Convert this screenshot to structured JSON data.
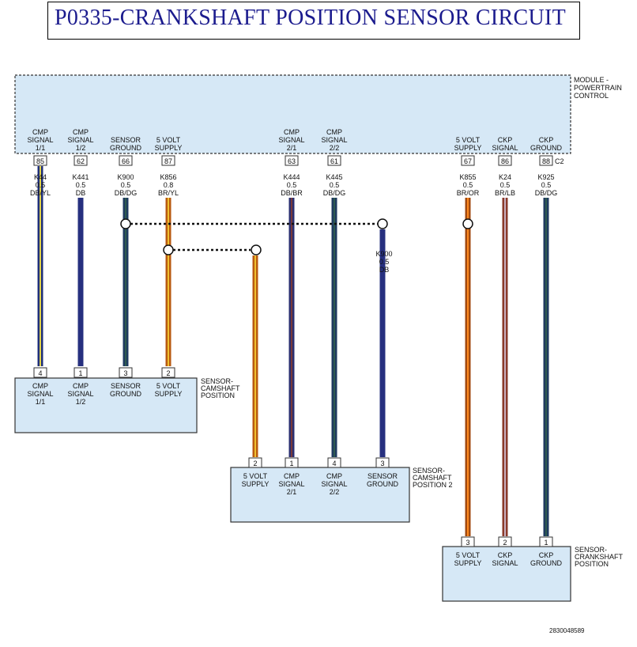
{
  "title": "P0335-CRANKSHAFT POSITION SENSOR CIRCUIT",
  "colors": {
    "box_fill": "#d6e8f6",
    "title_color": "#1c1c8e"
  },
  "module": {
    "label": [
      "MODULE -",
      "POWERTRAIN",
      "CONTROL"
    ],
    "connector": "C2",
    "pins": [
      {
        "label": [
          "CMP",
          "SIGNAL",
          "1/1"
        ],
        "pin": "85",
        "wire": [
          "K44",
          "0.5",
          "DB/YL"
        ]
      },
      {
        "label": [
          "CMP",
          "SIGNAL",
          "1/2"
        ],
        "pin": "62",
        "wire": [
          "K441",
          "0.5",
          "DB"
        ]
      },
      {
        "label": [
          "SENSOR",
          "GROUND"
        ],
        "pin": "66",
        "wire": [
          "K900",
          "0.5",
          "DB/DG"
        ]
      },
      {
        "label": [
          "5 VOLT",
          "SUPPLY"
        ],
        "pin": "87",
        "wire": [
          "K856",
          "0.8",
          "BR/YL"
        ]
      },
      {
        "label": [
          "CMP",
          "SIGNAL",
          "2/1"
        ],
        "pin": "63",
        "wire": [
          "K444",
          "0.5",
          "DB/BR"
        ]
      },
      {
        "label": [
          "CMP",
          "SIGNAL",
          "2/2"
        ],
        "pin": "61",
        "wire": [
          "K445",
          "0.5",
          "DB/DG"
        ]
      },
      {
        "label": [
          "5 VOLT",
          "SUPPLY"
        ],
        "pin": "67",
        "wire": [
          "K855",
          "0.5",
          "BR/OR"
        ]
      },
      {
        "label": [
          "CKP",
          "SIGNAL"
        ],
        "pin": "86",
        "wire": [
          "K24",
          "0.5",
          "BR/LB"
        ]
      },
      {
        "label": [
          "CKP",
          "GROUND"
        ],
        "pin": "88",
        "wire": [
          "K925",
          "0.5",
          "DB/DG"
        ]
      }
    ]
  },
  "splice_wire": [
    "K900",
    "0.5",
    "DB"
  ],
  "sensors": [
    {
      "name": [
        "SENSOR-",
        "CAMSHAFT",
        "POSITION"
      ],
      "pins": [
        {
          "pin": "4",
          "label": [
            "CMP",
            "SIGNAL",
            "1/1"
          ]
        },
        {
          "pin": "1",
          "label": [
            "CMP",
            "SIGNAL",
            "1/2"
          ]
        },
        {
          "pin": "3",
          "label": [
            "SENSOR",
            "GROUND"
          ]
        },
        {
          "pin": "2",
          "label": [
            "5 VOLT",
            "SUPPLY"
          ]
        }
      ]
    },
    {
      "name": [
        "SENSOR-",
        "CAMSHAFT",
        "POSITION 2"
      ],
      "pins": [
        {
          "pin": "2",
          "label": [
            "5 VOLT",
            "SUPPLY"
          ]
        },
        {
          "pin": "1",
          "label": [
            "CMP",
            "SIGNAL",
            "2/1"
          ]
        },
        {
          "pin": "4",
          "label": [
            "CMP",
            "SIGNAL",
            "2/2"
          ]
        },
        {
          "pin": "3",
          "label": [
            "SENSOR",
            "GROUND"
          ]
        }
      ]
    },
    {
      "name": [
        "SENSOR-",
        "CRANKSHAFT",
        "POSITION"
      ],
      "pins": [
        {
          "pin": "3",
          "label": [
            "5 VOLT",
            "SUPPLY"
          ]
        },
        {
          "pin": "2",
          "label": [
            "CKP",
            "SIGNAL"
          ]
        },
        {
          "pin": "1",
          "label": [
            "CKP",
            "GROUND"
          ]
        }
      ]
    }
  ],
  "doc_number": "2830048589"
}
